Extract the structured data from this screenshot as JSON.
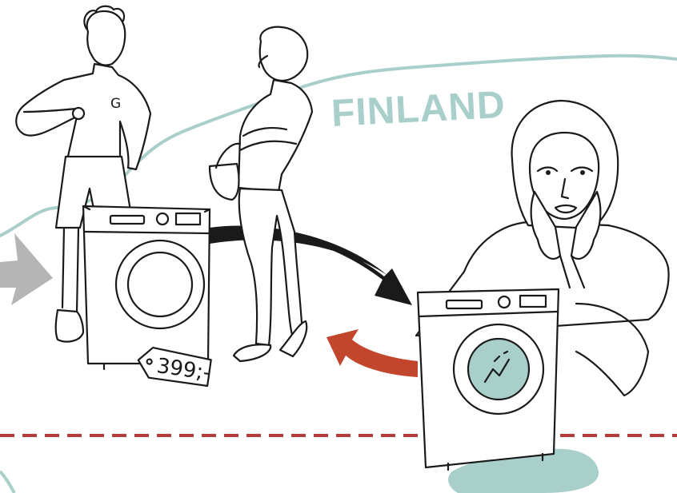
{
  "country_label": "FINLAND",
  "price_tag": "399;-",
  "shirt_logo": "G",
  "colors": {
    "teal": "#a9cfcb",
    "border_dash": "#b23a3a",
    "arrow_black": "#1a1a1a",
    "arrow_red": "#c2462b",
    "arrow_grey": "#b5b5b5",
    "ink": "#1a1a1a"
  },
  "icons": [
    "washing-machine-icon",
    "price-tag-icon",
    "arrow-icon"
  ]
}
